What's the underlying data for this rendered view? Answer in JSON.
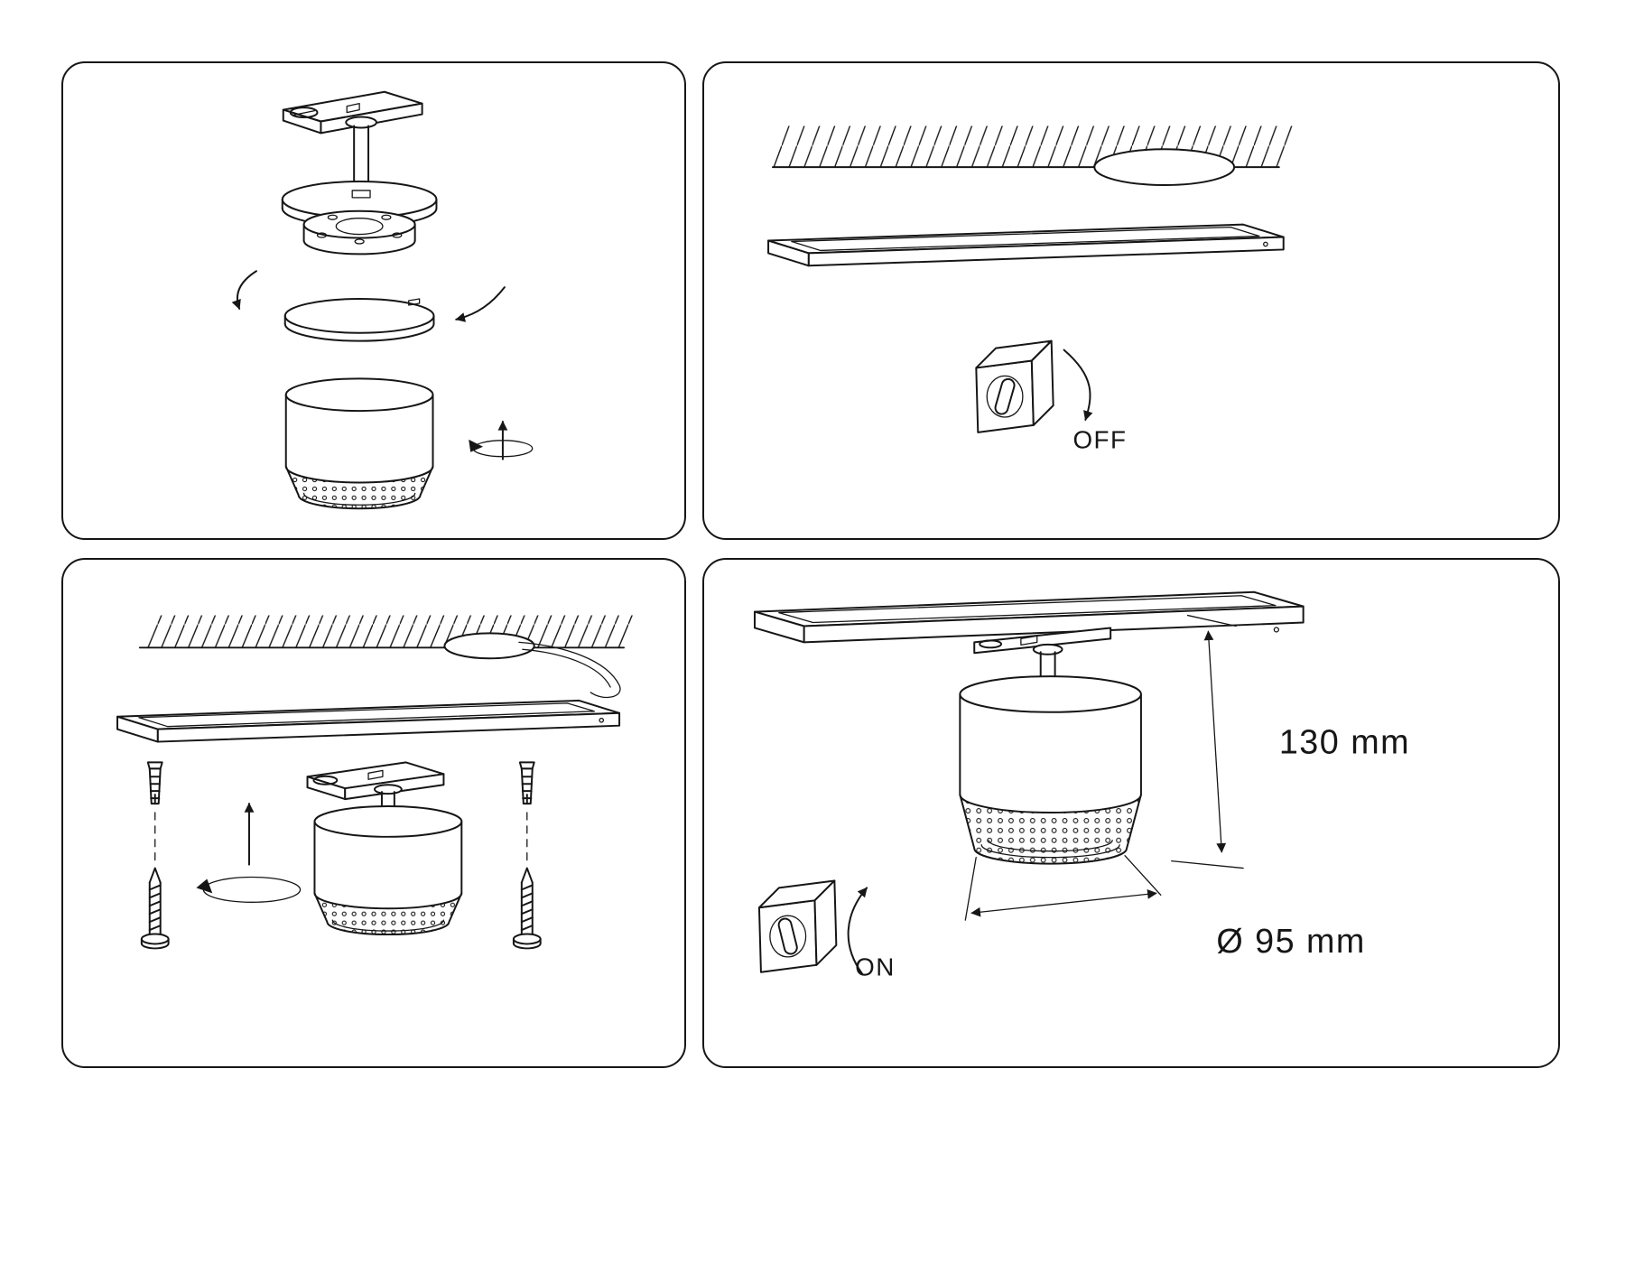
{
  "labels": {
    "power_off": "OFF",
    "power_on": "ON"
  },
  "dimensions": {
    "height": "130 mm",
    "diameter": "Ø 95 mm"
  }
}
